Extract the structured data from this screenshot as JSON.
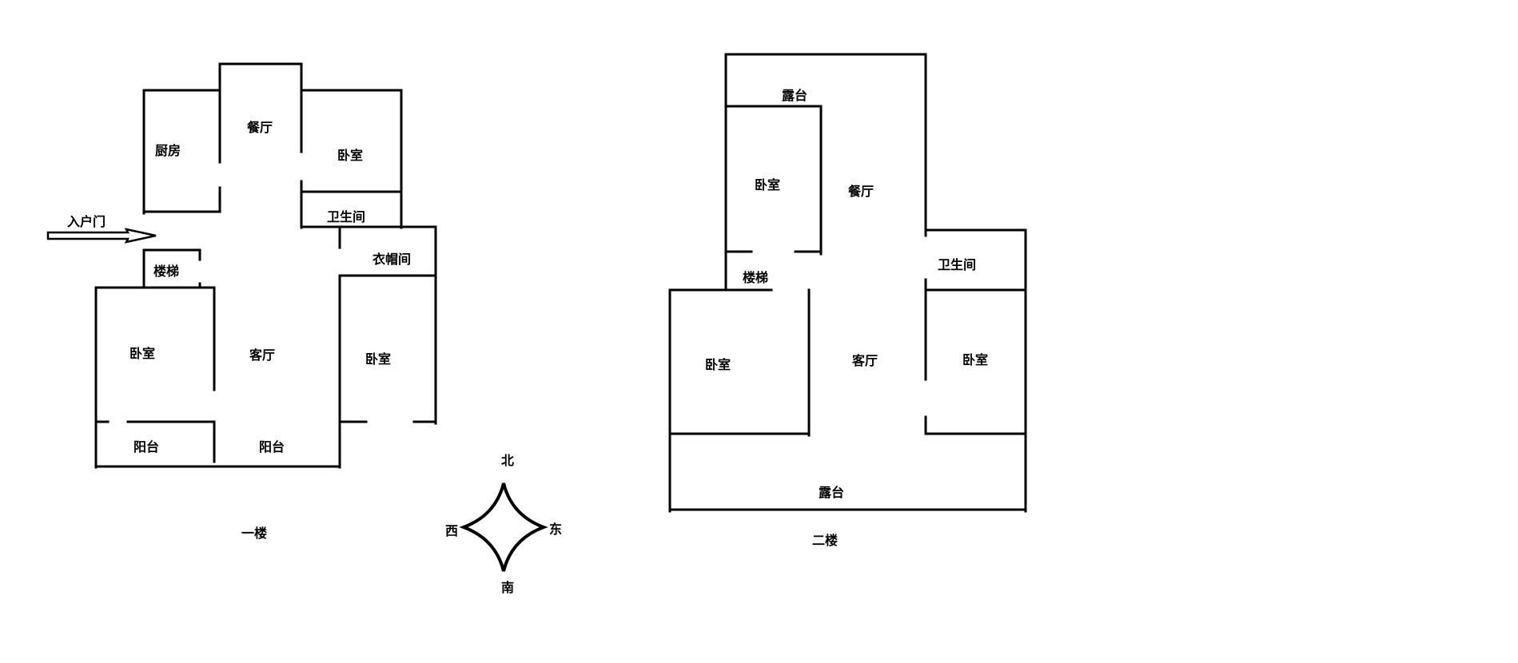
{
  "colors": {
    "background": "#ffffff",
    "walls": "#000000"
  },
  "floor1": {
    "caption": "一楼",
    "rooms": {
      "kitchen": "厨房",
      "dining": "餐厅",
      "bedroom_north": "卧室",
      "bathroom": "卫生间",
      "entrance": "入户门",
      "cloakroom": "衣帽间",
      "stairs": "楼梯",
      "bedroom_west": "卧室",
      "living": "客厅",
      "bedroom_east": "卧室",
      "balcony_west": "阳台",
      "balcony_mid": "阳台"
    }
  },
  "floor2": {
    "caption": "二楼",
    "rooms": {
      "terrace_north": "露台",
      "bedroom_north": "卧室",
      "dining": "餐厅",
      "stairs": "楼梯",
      "bathroom": "卫生间",
      "bedroom_west": "卧室",
      "living": "客厅",
      "bedroom_east": "卧室",
      "terrace_south": "露台"
    }
  },
  "compass": {
    "north": "北",
    "south": "南",
    "east": "东",
    "west": "西",
    "icon": "compass-star-icon"
  },
  "icons": {
    "entry_arrow": "arrow-right-icon"
  }
}
